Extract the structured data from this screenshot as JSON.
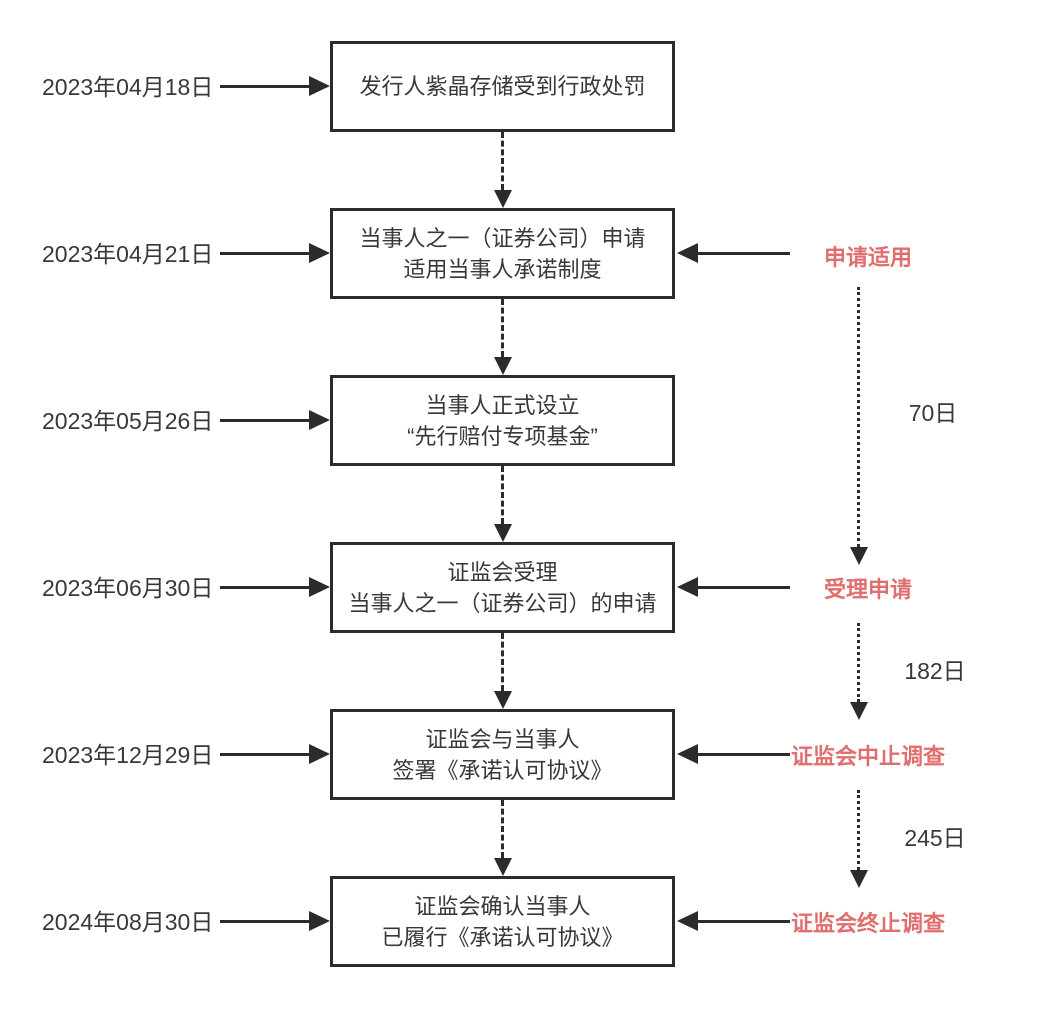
{
  "diagram": {
    "type": "timeline-flowchart",
    "accent_red": "#e06e6e",
    "line_color": "#2b2b2b",
    "rows": [
      {
        "date": "2023年04月18日",
        "box": [
          "发行人紫晶存储受到行政处罚",
          ""
        ],
        "right_label": ""
      },
      {
        "date": "2023年04月21日",
        "box": [
          "当事人之一（证券公司）申请",
          "适用当事人承诺制度"
        ],
        "right_label": "申请适用"
      },
      {
        "date": "2023年05月26日",
        "box": [
          "当事人正式设立",
          "“先行赔付专项基金”"
        ],
        "right_label": ""
      },
      {
        "date": "2023年06月30日",
        "box": [
          "证监会受理",
          "当事人之一（证券公司）的申请"
        ],
        "right_label": "受理申请"
      },
      {
        "date": "2023年12月29日",
        "box": [
          "证监会与当事人",
          "签署《承诺认可协议》"
        ],
        "right_label": "证监会中止调查"
      },
      {
        "date": "2024年08月30日",
        "box": [
          "证监会确认当事人",
          "已履行《承诺认可协议》"
        ],
        "right_label": "证监会终止调查"
      }
    ],
    "durations": [
      {
        "label": "70日"
      },
      {
        "label": "182日"
      },
      {
        "label": "245日"
      }
    ]
  }
}
